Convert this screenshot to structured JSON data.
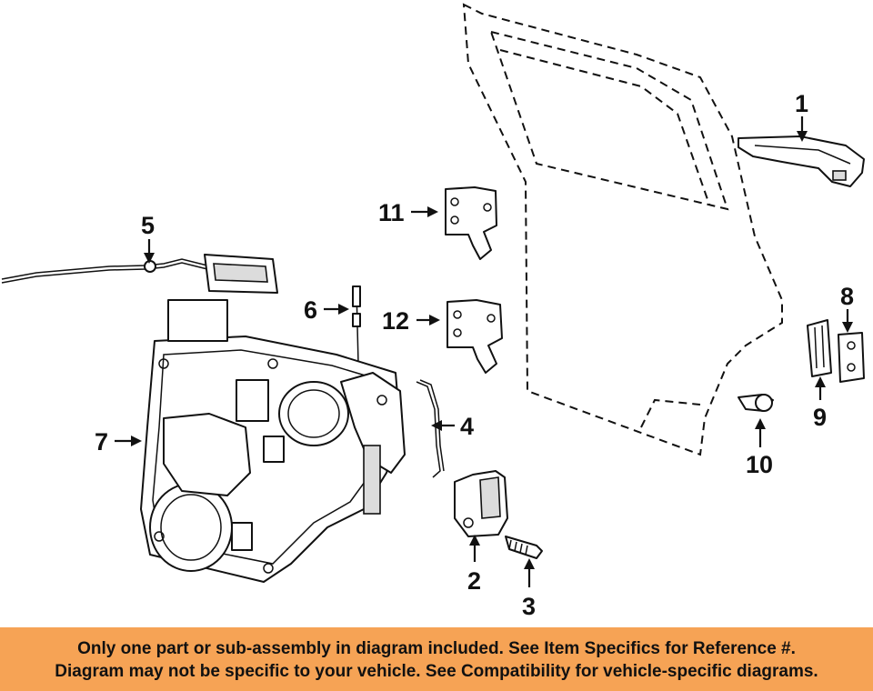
{
  "diagram": {
    "callouts": [
      {
        "id": "1",
        "label": "1"
      },
      {
        "id": "2",
        "label": "2"
      },
      {
        "id": "3",
        "label": "3"
      },
      {
        "id": "4",
        "label": "4"
      },
      {
        "id": "5",
        "label": "5"
      },
      {
        "id": "6",
        "label": "6"
      },
      {
        "id": "7",
        "label": "7"
      },
      {
        "id": "8",
        "label": "8"
      },
      {
        "id": "9",
        "label": "9"
      },
      {
        "id": "10",
        "label": "10"
      },
      {
        "id": "11",
        "label": "11"
      },
      {
        "id": "12",
        "label": "12"
      }
    ]
  },
  "footer": {
    "line1": "Only one part or sub-assembly in diagram included. See Item Specifics for Reference #.",
    "line2": "Diagram may not be specific to your vehicle. See Compatibility for vehicle-specific diagrams.",
    "background_color": "#f6a355"
  }
}
